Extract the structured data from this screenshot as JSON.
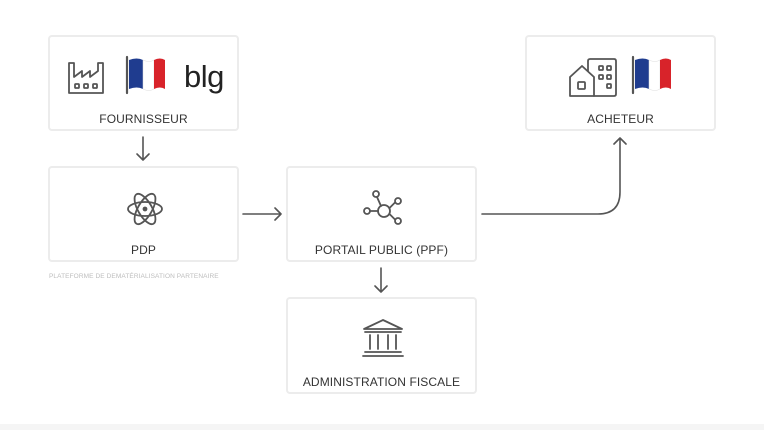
{
  "nodes": {
    "fournisseur": {
      "label": "FOURNISSEUR",
      "logo_text": "blg"
    },
    "pdp": {
      "label": "PDP",
      "subtitle": "PLATEFORME DE DEMATÉRIALISATION PARTENAIRE"
    },
    "ppf": {
      "label": "PORTAIL PUBLIC (PPF)"
    },
    "administration": {
      "label": "ADMINISTRATION FISCALE"
    },
    "acheteur": {
      "label": "ACHETEUR"
    }
  },
  "icons": {
    "factory": "factory-icon",
    "flag": "french-flag-icon",
    "atom": "atom-icon",
    "network": "network-hub-icon",
    "bank": "government-building-icon",
    "buildings": "buildings-icon"
  },
  "colors": {
    "stroke": "#555555",
    "border": "#ececec",
    "flag_blue": "#1f3c8f",
    "flag_red": "#d8232a"
  }
}
